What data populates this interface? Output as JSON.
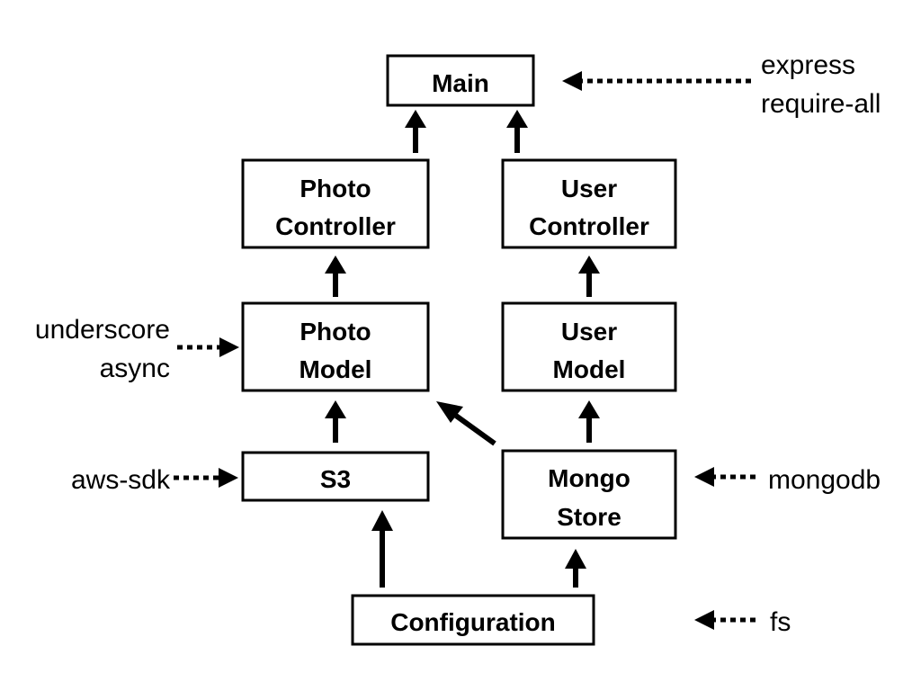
{
  "nodes": {
    "main": {
      "lines": [
        "Main"
      ]
    },
    "photo_controller": {
      "lines": [
        "Photo",
        "Controller"
      ]
    },
    "user_controller": {
      "lines": [
        "User",
        "Controller"
      ]
    },
    "photo_model": {
      "lines": [
        "Photo",
        "Model"
      ]
    },
    "user_model": {
      "lines": [
        "User",
        "Model"
      ]
    },
    "s3": {
      "lines": [
        "S3"
      ]
    },
    "mongo_store": {
      "lines": [
        "Mongo",
        "Store"
      ]
    },
    "configuration": {
      "lines": [
        "Configuration"
      ]
    }
  },
  "libraries": {
    "main": [
      "express",
      "require-all"
    ],
    "photo_model": [
      "underscore",
      "async"
    ],
    "s3": [
      "aws-sdk"
    ],
    "mongo_store": [
      "mongodb"
    ],
    "configuration": [
      "fs"
    ]
  }
}
